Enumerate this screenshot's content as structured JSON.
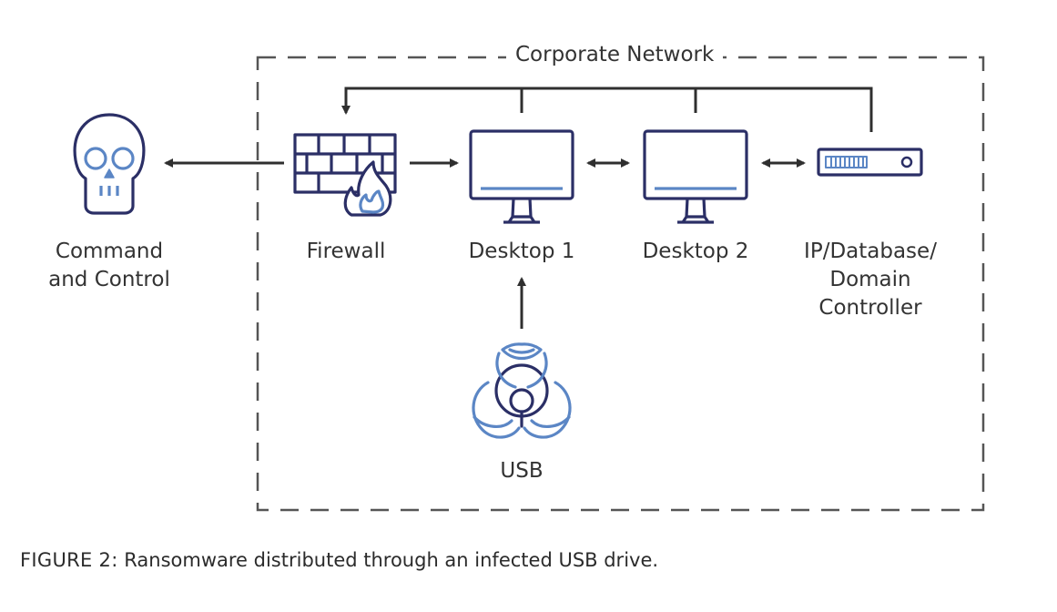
{
  "network": {
    "title": "Corporate Network"
  },
  "nodes": {
    "command_control": {
      "line1": "Command",
      "line2": "and Control",
      "icon": "skull-icon"
    },
    "firewall": {
      "label": "Firewall",
      "icon": "firewall-icon"
    },
    "desktop1": {
      "label": "Desktop 1",
      "icon": "monitor-icon"
    },
    "desktop2": {
      "label": "Desktop 2",
      "icon": "monitor-icon"
    },
    "server": {
      "line1": "IP/Database/",
      "line2": "Domain",
      "line3": "Controller",
      "icon": "server-icon"
    },
    "usb": {
      "label": "USB",
      "icon": "biohazard-icon"
    }
  },
  "caption": {
    "prefix": "FIGURE 2:",
    "text": " Ransomware distributed through an infected USB drive."
  },
  "colors": {
    "navy": "#2b2f66",
    "blue": "#5b86c5",
    "line": "#2f2f2f",
    "dash": "#555555"
  }
}
